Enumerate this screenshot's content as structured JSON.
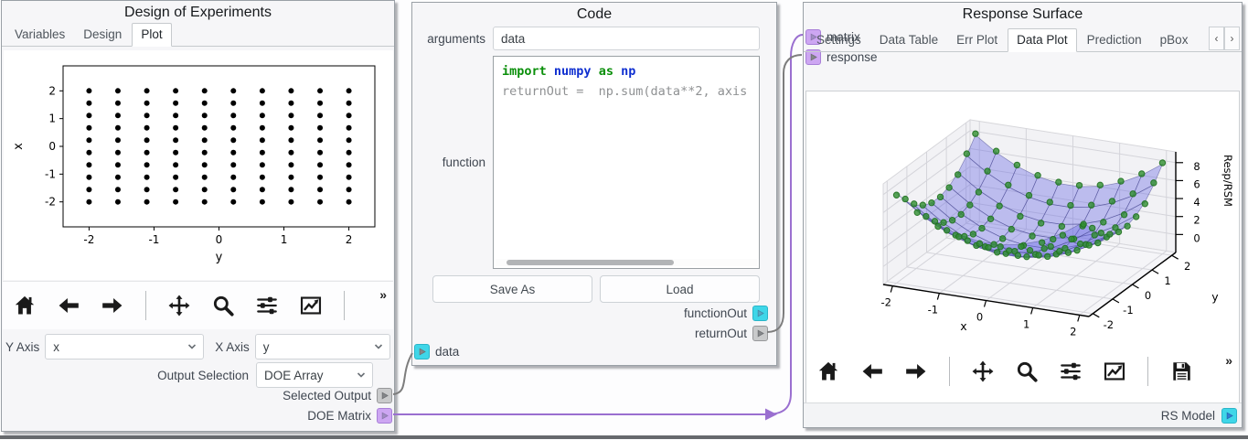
{
  "doe": {
    "title": "Design of Experiments",
    "tabs": [
      {
        "label": "Variables",
        "active": false
      },
      {
        "label": "Design",
        "active": false
      },
      {
        "label": "Plot",
        "active": true
      }
    ],
    "toolbar": [
      "home",
      "back",
      "forward",
      "separator",
      "pan",
      "zoom",
      "subplots",
      "customize",
      "separator"
    ],
    "overflow_glyph": "»",
    "y_axis": {
      "label": "Y Axis",
      "value": "x"
    },
    "x_axis": {
      "label": "X Axis",
      "value": "y"
    },
    "output_selection": {
      "label": "Output Selection",
      "value": "DOE Array"
    },
    "selected_output_port": {
      "label": "Selected Output",
      "color": "gray",
      "tri": "gray"
    },
    "doe_matrix_port": {
      "label": "DOE Matrix",
      "color": "purple",
      "tri": "purple"
    }
  },
  "code": {
    "title": "Code",
    "arguments": {
      "label": "arguments",
      "value": "data"
    },
    "function_label": "function",
    "code_lines": [
      [
        {
          "text": "import",
          "cls": "kw"
        },
        {
          "text": " ",
          "cls": "dim"
        },
        {
          "text": "numpy",
          "cls": "name"
        },
        {
          "text": " ",
          "cls": "dim"
        },
        {
          "text": "as",
          "cls": "kw"
        },
        {
          "text": " ",
          "cls": "dim"
        },
        {
          "text": "np",
          "cls": "name"
        }
      ],
      [
        {
          "text": "returnOut =  np.sum(data**2, axis",
          "cls": "dim"
        }
      ]
    ],
    "save_as_label": "Save As",
    "load_label": "Load",
    "function_out_port": {
      "label": "functionOut",
      "color": "cyan",
      "tri": "teal"
    },
    "return_out_port": {
      "label": "returnOut",
      "color": "gray",
      "tri": "gray"
    },
    "data_port": {
      "label": "data",
      "color": "cyan",
      "tri": "gray"
    }
  },
  "rsm": {
    "title": "Response Surface",
    "matrix_port": {
      "label": "matrix",
      "color": "purple",
      "tri": "purple"
    },
    "response_port": {
      "label": "response",
      "color": "purple",
      "tri": "gray"
    },
    "tabs": [
      {
        "label": "Settings",
        "active": false
      },
      {
        "label": "Data Table",
        "active": false
      },
      {
        "label": "Err Plot",
        "active": false
      },
      {
        "label": "Data Plot",
        "active": true
      },
      {
        "label": "Prediction",
        "active": false
      },
      {
        "label": "pBox",
        "active": false
      }
    ],
    "tab_scroll_left": "‹",
    "tab_scroll_right": "›",
    "toolbar": [
      "home",
      "back",
      "forward",
      "separator",
      "pan",
      "zoom",
      "subplots",
      "customize",
      "separator",
      "save"
    ],
    "overflow_glyph": "»",
    "rs_model_port": {
      "label": "RS Model",
      "color": "cyan",
      "tri": "blue"
    }
  },
  "wires": [
    {
      "from": "Selected Output",
      "to": "data",
      "color": "#7d7d7d",
      "arrow": false
    },
    {
      "from": "DOE Matrix",
      "to": "matrix",
      "color": "#9a6fd0",
      "arrow": true
    },
    {
      "from": "returnOut",
      "to": "response",
      "color": "#7d7d7d",
      "arrow": false
    }
  ],
  "chart_data": [
    {
      "id": "doe-scatter",
      "type": "scatter",
      "title": "",
      "xlabel": "y",
      "ylabel": "x",
      "x_levels": [
        -2,
        -1.556,
        -1.111,
        -0.667,
        -0.222,
        0.222,
        0.667,
        1.111,
        1.556,
        2
      ],
      "y_levels": [
        -2,
        -1.556,
        -1.111,
        -0.667,
        -0.222,
        0.222,
        0.667,
        1.111,
        1.556,
        2
      ],
      "xticks": [
        -2,
        -1,
        0,
        1,
        2
      ],
      "yticks": [
        -2,
        -1,
        0,
        1,
        2
      ],
      "xlim": [
        -2.4,
        2.4
      ],
      "ylim": [
        -2.9,
        2.9
      ],
      "marker_color": "#000000",
      "description": "10x10 full-factorial DOE grid of points"
    },
    {
      "id": "response-surface",
      "type": "surface",
      "title": "",
      "xlabel": "x",
      "ylabel": "y",
      "zlabel": "Resp/RSM",
      "x_levels": [
        -2,
        -1.556,
        -1.111,
        -0.667,
        -0.222,
        0.222,
        0.667,
        1.111,
        1.556,
        2
      ],
      "y_levels": [
        -2,
        -1.556,
        -1.111,
        -0.667,
        -0.222,
        0.222,
        0.667,
        1.111,
        1.556,
        2
      ],
      "z_formula": "x**2 + y**2",
      "xticks": [
        -2,
        -1,
        0,
        1,
        2
      ],
      "yticks": [
        -2,
        -1,
        0,
        1,
        2
      ],
      "zticks": [
        0,
        2,
        4,
        6,
        8
      ],
      "xlim": [
        -2.2,
        2.2
      ],
      "ylim": [
        -2.2,
        2.2
      ],
      "zlim": [
        -2,
        9.2
      ],
      "surface_color": "#6c6ce4",
      "point_color": "#2f8f2f",
      "description": "Quadratic response surface z=x^2+y^2 with DOE sample points"
    }
  ]
}
